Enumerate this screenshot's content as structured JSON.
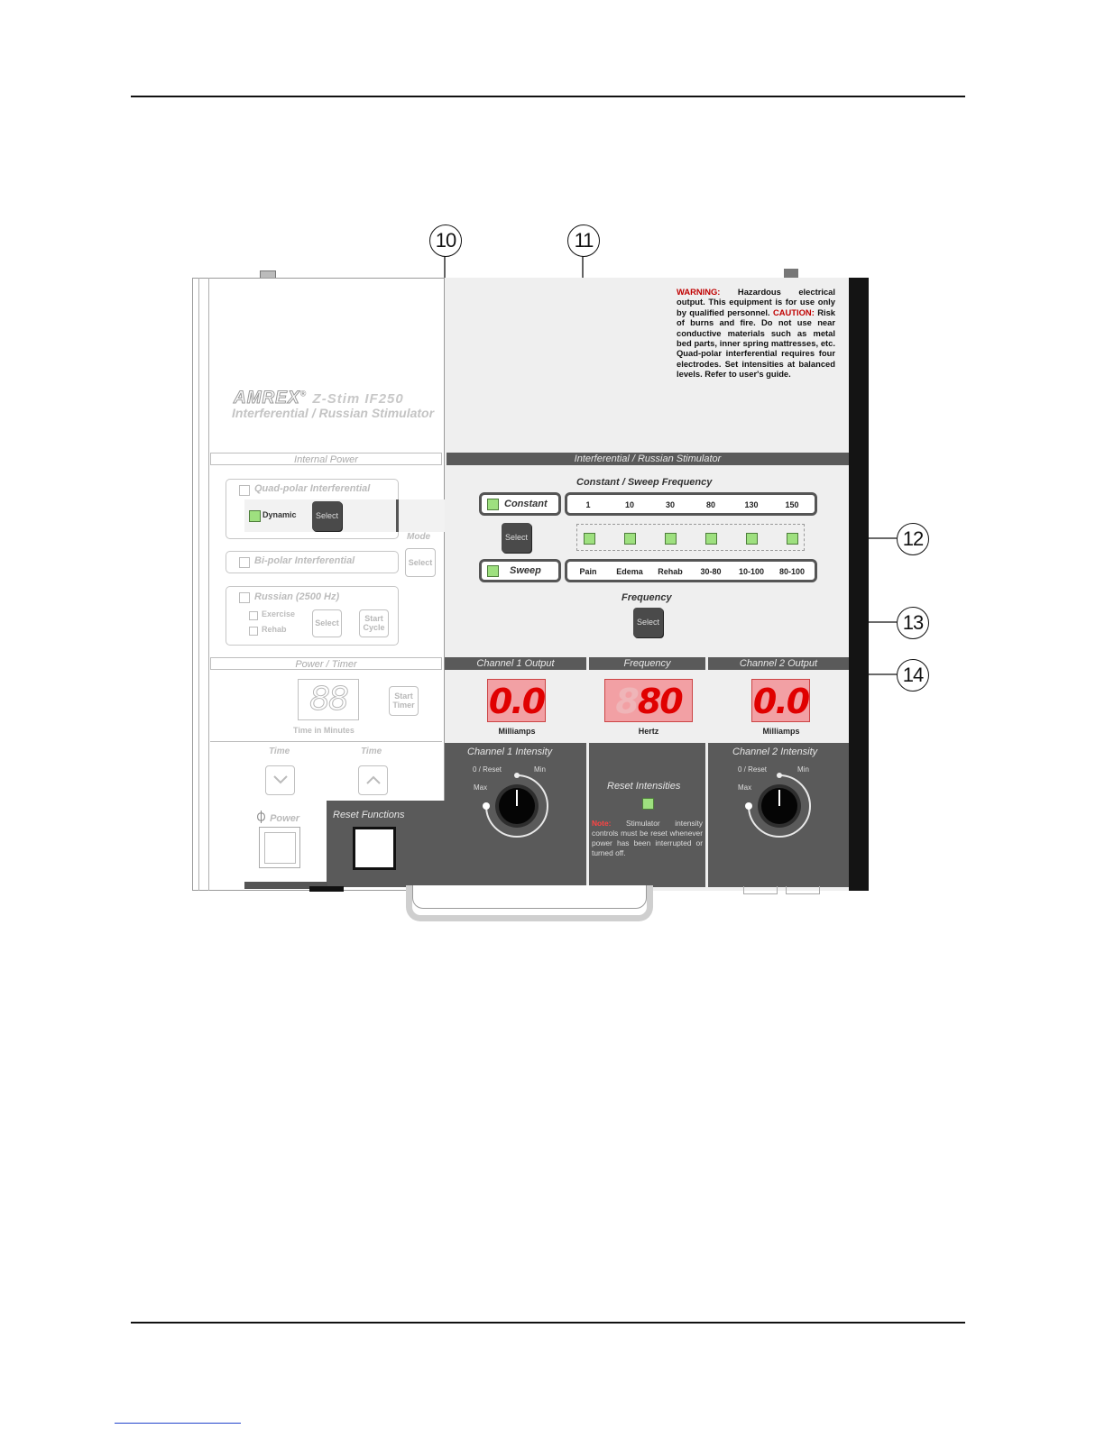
{
  "callouts": [
    "10",
    "11",
    "12",
    "13",
    "14"
  ],
  "brand": {
    "name": "AMREX",
    "reg": "®",
    "model": "Z-Stim IF250",
    "subtitle": "Interferential / Russian Stimulator"
  },
  "warning": {
    "warning_label": "WARNING:",
    "warning_text": " Hazardous electrical output. This equipment is for use only by qualified personnel.",
    "caution_label": "CAUTION:",
    "caution_text": " Risk of burns and fire. Do not use near conductive materials such as metal bed parts, inner spring mattresses, etc. Quad-polar interferential requires four electrodes. Set intensities at balanced levels. Refer to user's guide."
  },
  "left": {
    "internal_power": "Internal Power",
    "quad_polar": "Quad-polar Interferential",
    "dynamic": "Dynamic",
    "select": "Select",
    "mode": "Mode",
    "bi_polar": "Bi-polar Interferential",
    "russian": "Russian (2500 Hz)",
    "exercise": "Exercise",
    "rehab": "Rehab",
    "start_cycle": [
      "Start",
      "Cycle"
    ],
    "power_timer": "Power / Timer",
    "timer_digits": "88",
    "time_in_minutes": "Time in Minutes",
    "start_timer": [
      "Start",
      "Timer"
    ],
    "time_down": "Time",
    "time_up": "Time",
    "power": "Power",
    "reset_functions": "Reset Functions"
  },
  "right": {
    "header": "Interferential / Russian Stimulator",
    "const_sweep_title": "Constant / Sweep Frequency",
    "constant": "Constant",
    "sweep": "Sweep",
    "select": "Select",
    "constant_options": [
      "1",
      "10",
      "30",
      "80",
      "130",
      "150"
    ],
    "sweep_options": [
      "Pain",
      "Edema",
      "Rehab",
      "30-80",
      "10-100",
      "80-100"
    ],
    "frequency_label": "Frequency",
    "frequency_select": "Select"
  },
  "outputs": {
    "ch1_header": "Channel 1 Output",
    "freq_header": "Frequency",
    "ch2_header": "Channel 2 Output",
    "ch1_value": "0.0",
    "freq_value": "80",
    "freq_ghost": "8",
    "ch2_value": "0.0",
    "ch1_unit": "Milliamps",
    "freq_unit": "Hertz",
    "ch2_unit": "Milliamps"
  },
  "intensity": {
    "ch1_title": "Channel 1 Intensity",
    "ch2_title": "Channel 2 Intensity",
    "reset_label": "0 / Reset",
    "min": "Min",
    "max": "Max",
    "reset_intensities": "Reset Intensities",
    "note_label": "Note:",
    "note_text": " Stimulator intensity controls must be reset whenever power has been interrupted or turned off."
  },
  "colors": {
    "led_green": "#9ee07f",
    "display_red": "#e00000",
    "display_bg": "#f2a0a4",
    "warning_red": "#c00000",
    "panel_dark": "#5a5a5a"
  }
}
